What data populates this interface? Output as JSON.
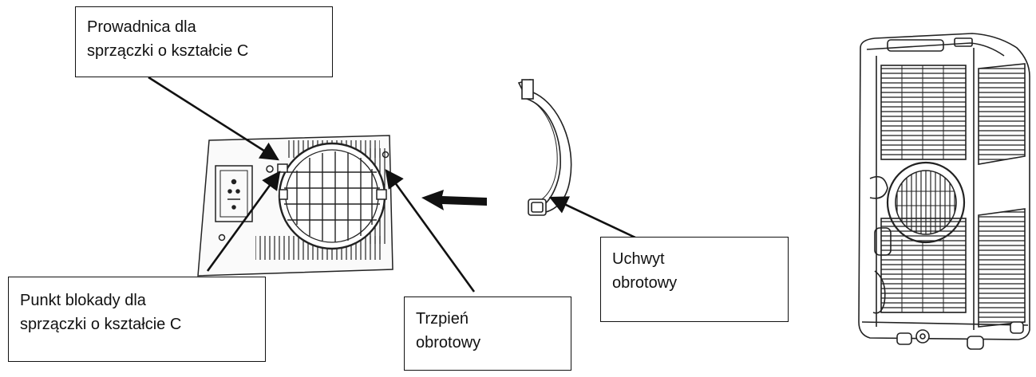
{
  "callouts": {
    "slide_guide": {
      "line1": "Prowadnica dla",
      "line2": "sprzączki o kształcie C"
    },
    "lock_point": {
      "line1": "Punkt blokady dla",
      "line2": "sprzączki o kształcie C"
    },
    "pivot_pin": {
      "line1": "Trzpień",
      "line2": "obrotowy"
    },
    "pivot_handle": {
      "line1": "Uchwyt",
      "line2": "obrotowy"
    }
  },
  "colors": {
    "line": "#111111",
    "background": "#ffffff"
  },
  "icons": [
    "window-plate-illustration",
    "c-shaped-buckle-illustration",
    "air-conditioner-illustration",
    "insert-arrow-icon"
  ]
}
